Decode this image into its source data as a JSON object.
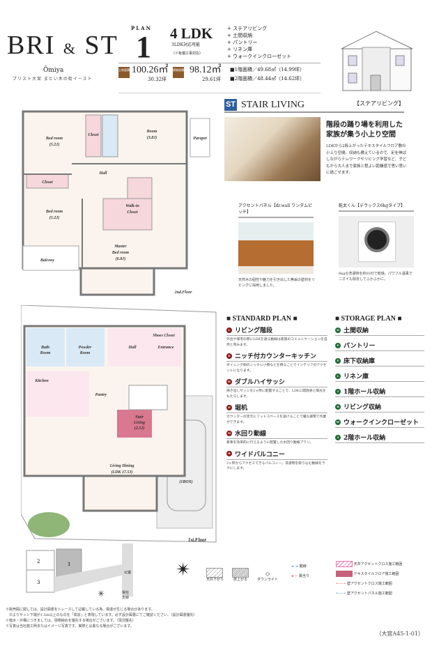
{
  "header": {
    "title_a": "BRI",
    "title_amp": "&",
    "title_b": "ST",
    "area": "Ōmiya",
    "subtitle": "ブリスト大宮 まとい木の街イースト",
    "plan_label": "PLAN",
    "plan_number": "1",
    "layout": "4 LDK",
    "layout_alt": "3LDK対応可能",
    "layout_note": "（※有償工事対応）",
    "features": [
      "+ ステアリビング",
      "+ 土間収納",
      "+ パントリー",
      "+ リネン庫",
      "+ ウォークインクローゼット"
    ],
    "land_badge": "土地面積",
    "land_area": "100.26㎡",
    "land_tsubo": "30.32坪",
    "building_badge": "建物面積",
    "building_area": "98.12㎡",
    "building_tsubo": "29.61坪",
    "floor1": "■1階面積／49.68㎡（14.99坪）",
    "floor2": "■2階面積／48.44㎡（14.62坪）"
  },
  "stair_living": {
    "badge": "ST",
    "title": "STAIR LIVING",
    "title_jp": "【ステアリビング】",
    "headline1": "階段の踊り場を利用した",
    "headline2": "家族が集う小上り空間",
    "body": "LDKから2段上がったテキスタイルフロア敷の小上り空間。収納も備えているので、足を伸ばしながらテレワークやリビング学習など、子どもから大人まで家族と程よい距離感で思い思いに過ごせます。",
    "items": [
      {
        "label": "アクセントパネル【dr.wall ワンダムピッチ】",
        "caption": "天然木の個性や魅力を引き出した無垢の壁材をリビングに採用しました。"
      },
      {
        "label": "乾太くん【デラックス6kgタイプ】",
        "caption": "6kgの洗濯物を約60分で乾燥。パワフル温風でニオイも除去してふかふかに。"
      }
    ]
  },
  "floor2": {
    "label": "2nd.Floor",
    "rooms": [
      "Bed room",
      "(5.2J)",
      "Closet",
      "Room",
      "(3.8J)",
      "Parapet",
      "Hall",
      "Closet",
      "Bed room",
      "(5.2J)",
      "Walk-in",
      "Closet",
      "Master",
      "Bed room",
      "(6.8J)",
      "Balcony"
    ]
  },
  "floor1": {
    "label": "1st.Floor",
    "rooms": [
      "Bath",
      "Room",
      "Powder",
      "Room",
      "Hall",
      "Entrance",
      "Shoes Closet",
      "Kitchen",
      "Pantry",
      "Stair",
      "Living",
      "(2.5J)",
      "Living Dining",
      "(LDK 17.5J)",
      "(1BOX)"
    ]
  },
  "standard_plan": {
    "title": "■ STANDARD PLAN ■",
    "items": [
      {
        "mark": "L",
        "title": "リビング階段",
        "desc": "外出や帰宅の際にLDKを通る動線は家族のコミュニケーションを自然と育みます。"
      },
      {
        "mark": "K",
        "title": "ニッチ付カウンターキッチン",
        "desc": "ダイニング側のニッチに小物などを飾ることでインテリアのアクセントになります。"
      },
      {
        "mark": "W",
        "title": "ダブルハイサッシ",
        "desc": "掃き出しサッシを2ヶ所に配置することで、LDKに開放感と陽光をもたらします。"
      },
      {
        "mark": "D",
        "title": "堀机",
        "desc": "カウンターの足元にフットスペースを設けることで優な姿勢で作業ができます。"
      },
      {
        "mark": "M",
        "title": "水回り動線",
        "desc": "家事を効率的に行えるように配置した水回り動線プラン。"
      },
      {
        "mark": "B",
        "title": "ワイドバルコニー",
        "desc": "2ヶ所からアクセスできるバルコニー。洗濯物を取り込む動線をラクにします。"
      }
    ]
  },
  "storage_plan": {
    "title": "■ STORAGE PLAN ■",
    "items": [
      {
        "mark": "D",
        "title": "土間収納"
      },
      {
        "mark": "P",
        "title": "パントリー"
      },
      {
        "mark": "F",
        "title": "床下収納庫"
      },
      {
        "mark": "L",
        "title": "リネン庫"
      },
      {
        "mark": "1",
        "title": "1階ホール収納"
      },
      {
        "mark": "R",
        "title": "リビング収納"
      },
      {
        "mark": "W",
        "title": "ウォークインクローゼット"
      },
      {
        "mark": "2",
        "title": "2階ホール収納"
      }
    ]
  },
  "site": {
    "lots": [
      "2",
      "1",
      "3"
    ],
    "road": "公道",
    "legend_pole": "電柱",
    "legend_line": "支線"
  },
  "legend": {
    "atrium": "天井下がり",
    "floor_up": "床上がる",
    "downlight": "ダウンライト",
    "flow": "動線",
    "lighting": "陽当り",
    "ceiling_cloth": "天井アクセントクロス施工範囲",
    "textile_floor": "テキスタイルフロア施工範囲",
    "wall_cloth": "壁アクセントクロス施工範囲",
    "wall_panel": "壁アクセントパネル施工範囲"
  },
  "notes": [
    "※販売図に関しては、設計図書をトレースして記載している為、相違が生じる場合があります。",
    "　只よりサッシ下端が1.5m以上のものを「高窓」と表現しています。必ず設計図書にてご確認ください。（設計図書優先）",
    "※植木・外構につきましては、現場納めを優先する場合がございます。（現況優先）",
    "※写真は当社施工例またはイメージ写真です。実際とは異なる場合がございます。"
  ],
  "code": "（大宮A45-1-01）",
  "colors": {
    "brown": "#8a5a2b",
    "st_blue": "#2f5f9e",
    "red_mark": "#8b1a1a",
    "green_mark": "#1e6b35",
    "pink": "#e87aa8"
  }
}
